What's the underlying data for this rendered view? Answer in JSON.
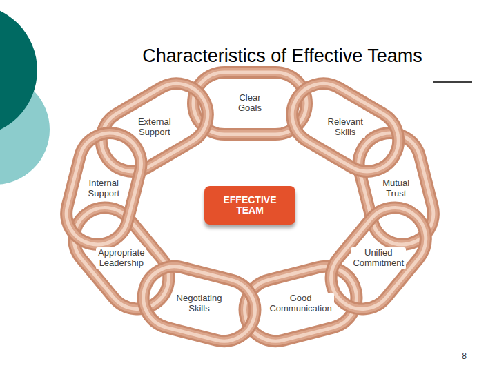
{
  "diagram": {
    "title": "Characteristics of Effective Teams",
    "nodes": [
      {
        "text": [
          "Clear Goals"
        ]
      },
      {
        "text": [
          "Relevant Skills"
        ]
      },
      {
        "text": [
          "Mutual Trust"
        ]
      },
      {
        "text": [
          "Unified Commitment"
        ]
      },
      {
        "text": [
          "Good Communication"
        ]
      },
      {
        "text": [
          "Negotiating Skills"
        ]
      },
      {
        "text": [
          "Appropriate Leadership"
        ]
      },
      {
        "text": [
          "Internal Support"
        ]
      },
      {
        "text": [
          "External Support"
        ]
      },
      {
        "text": [
          "EFFECTIVE TEAM"
        ]
      }
    ],
    "labels": [
      "8"
    ]
  }
}
